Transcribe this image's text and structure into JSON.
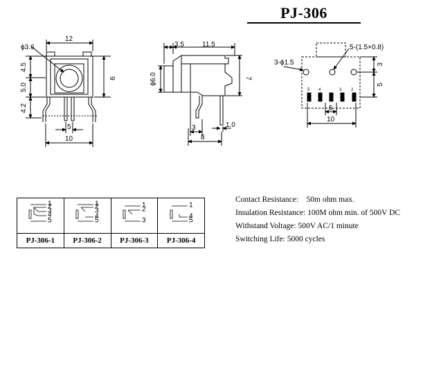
{
  "title": "PJ-306",
  "front_view": {
    "dim_width": "12",
    "dim_hole": "ϕ3.6",
    "dim_top": "4.5",
    "dim_mid": "5.0",
    "dim_height": "9",
    "dim_lead": "4.2",
    "dim_pin_spacing": "5",
    "dim_base": "10"
  },
  "side_view": {
    "dim_front": "3.5",
    "dim_body": "11.5",
    "dim_diameter": "ϕ6.0",
    "dim_height": "7",
    "dim_pin_a": "3",
    "dim_pin_b": "1.0",
    "dim_base": "8"
  },
  "pcb_view": {
    "dim_peg": "3-ϕ1.5",
    "dim_slots": "5-(1.5×0.8)",
    "dim_right_top": "3",
    "dim_right_mid": "5",
    "dim_pin_spacing": "5",
    "dim_base": "10",
    "pin_labels": [
      "5",
      "4",
      "3",
      "2"
    ]
  },
  "variants": {
    "labels": [
      "PJ-306-1",
      "PJ-306-2",
      "PJ-306-3",
      "PJ-306-4"
    ],
    "schematic_pins": [
      [
        "1",
        "2",
        "3",
        "4",
        "5"
      ],
      [
        "1",
        "2",
        "3",
        "4",
        "5"
      ],
      [
        "1",
        "2",
        "3"
      ],
      [
        "1",
        "4",
        "5"
      ]
    ]
  },
  "specs": [
    "Contact Resistance:    50m ohm max.",
    "Insulation Resistance: 100M ohm min. of 500V DC",
    "Withstand Voltage: 500V AC/1 minute",
    "Switching Life: 5000 cycles"
  ]
}
